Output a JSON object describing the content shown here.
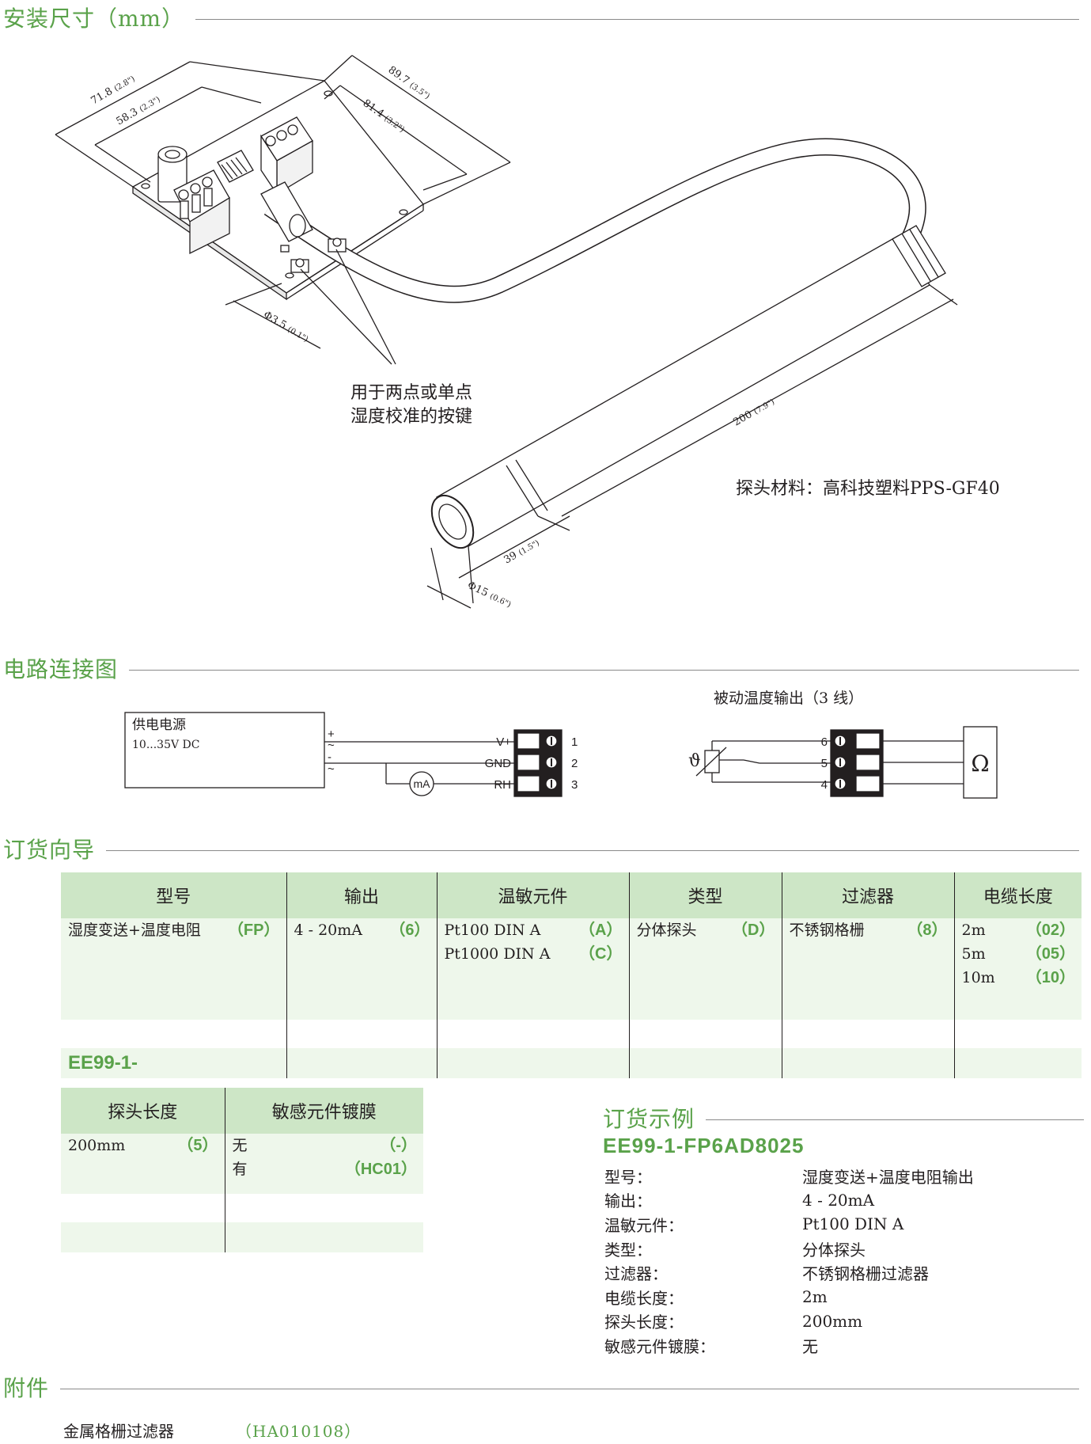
{
  "sections": {
    "install": "安装尺寸（mm）",
    "circuit": "电路连接图",
    "order": "订货向导",
    "accessory": "附件"
  },
  "install_drawing": {
    "dims": {
      "board_outer": "71.8",
      "board_outer_in": "(2.8\")",
      "board_inner": "58.3",
      "board_inner_in": "(2.3\")",
      "board_len_outer": "89.7",
      "board_len_outer_in": "(3.5\")",
      "board_len_inner": "81.4",
      "board_len_inner_in": "(3.2\")",
      "hole": "Φ3.5",
      "hole_in": "(0.1\")",
      "probe_len": "200",
      "probe_len_in": "(7.9\")",
      "tip_len": "39",
      "tip_len_in": "(1.5\")",
      "probe_dia": "Φ15",
      "probe_dia_in": "(0.6\")"
    },
    "button_note_1": "用于两点或单点",
    "button_note_2": "湿度校准的按键",
    "probe_material": "探头材料：高科技塑料PPS-GF40"
  },
  "circuit": {
    "supply_title": "供电电源",
    "supply_range": "10...35V DC",
    "plus": "+",
    "minus": "-",
    "tilde": "~",
    "ma": "mA",
    "terminals": [
      "V+",
      "GND",
      "RH"
    ],
    "pins_left": [
      "1",
      "2",
      "3"
    ],
    "passive_title": "被动温度输出（3 线）",
    "pins_right": [
      "6",
      "5",
      "4"
    ],
    "ohm": "Ω",
    "theta": "ϑ"
  },
  "order_table": {
    "headers": [
      "型号",
      "输出",
      "温敏元件",
      "类型",
      "过滤器",
      "电缆长度"
    ],
    "cols": [
      [
        {
          "label": "湿度变送+温度电阻",
          "code": "（FP）"
        }
      ],
      [
        {
          "label": "4 - 20mA",
          "code": "（6）"
        }
      ],
      [
        {
          "label": "Pt100 DIN A",
          "code": "（A）"
        },
        {
          "label": "Pt1000 DIN A",
          "code": "（C）"
        }
      ],
      [
        {
          "label": "分体探头",
          "code": "（D）"
        }
      ],
      [
        {
          "label": "不锈钢格栅",
          "code": "（8）"
        }
      ],
      [
        {
          "label": "2m",
          "code": "（02）"
        },
        {
          "label": "5m",
          "code": "（05）"
        },
        {
          "label": "10m",
          "code": "（10）"
        }
      ]
    ],
    "model_prefix": "EE99-1-"
  },
  "order_table2": {
    "headers": [
      "探头长度",
      "敏感元件镀膜"
    ],
    "cols": [
      [
        {
          "label": "200mm",
          "code": "（5）"
        }
      ],
      [
        {
          "label": "无",
          "code": "（-）"
        },
        {
          "label": "有",
          "code": "（HC01）"
        }
      ]
    ]
  },
  "example": {
    "title": "订货示例",
    "code": "EE99-1-FP6AD8025",
    "rows": [
      {
        "k": "型号：",
        "v": "湿度变送+温度电阻输出"
      },
      {
        "k": "输出：",
        "v": "4 - 20mA"
      },
      {
        "k": "温敏元件：",
        "v": "Pt100 DIN A"
      },
      {
        "k": "类型：",
        "v": "分体探头"
      },
      {
        "k": "过滤器：",
        "v": "不锈钢格栅过滤器"
      },
      {
        "k": "电缆长度：",
        "v": "2m"
      },
      {
        "k": "探头长度：",
        "v": "200mm"
      },
      {
        "k": "敏感元件镀膜：",
        "v": "无"
      }
    ]
  },
  "accessory": {
    "item": "金属格栅过滤器",
    "code": "（HA010108）"
  },
  "colors": {
    "accent": "#5aa24a",
    "header_bg": "#cde6c6",
    "row_bg": "#eef7eb"
  }
}
